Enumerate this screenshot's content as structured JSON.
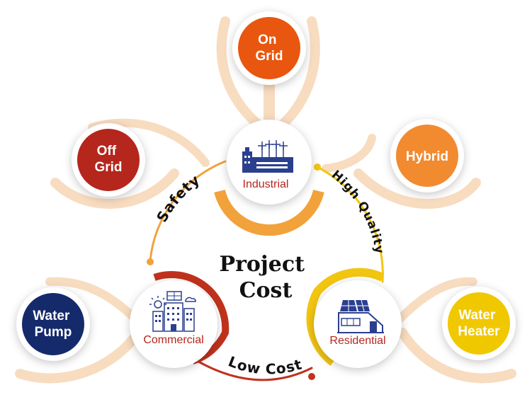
{
  "center": {
    "line1": "Project",
    "line2": "Cost"
  },
  "hubs": {
    "industrial": {
      "label": "Industrial"
    },
    "commercial": {
      "label": "Commercial"
    },
    "residential": {
      "label": "Residential"
    }
  },
  "options": {
    "on_grid": {
      "line1": "On",
      "line2": "Grid"
    },
    "off_grid": {
      "line1": "Off",
      "line2": "Grid"
    },
    "hybrid": {
      "line1": "Hybrid"
    },
    "water_pump": {
      "line1": "Water",
      "line2": "Pump"
    },
    "water_heater": {
      "line1": "Water",
      "line2": "Heater"
    }
  },
  "ring_labels": {
    "safety": "Safety",
    "high_quality": "High Quality",
    "low_cost": "Low Cost"
  },
  "colors": {
    "on_grid": "#e8560f",
    "off_grid": "#b5261c",
    "hybrid": "#f28a30",
    "water_pump": "#152a6b",
    "water_heater": "#f0c800",
    "industrial_accent": "#f2a23a",
    "commercial_accent": "#c0321c",
    "residential_accent": "#f2c511",
    "connector": "#f8dcc0",
    "icon_blue": "#2b3f8f"
  }
}
